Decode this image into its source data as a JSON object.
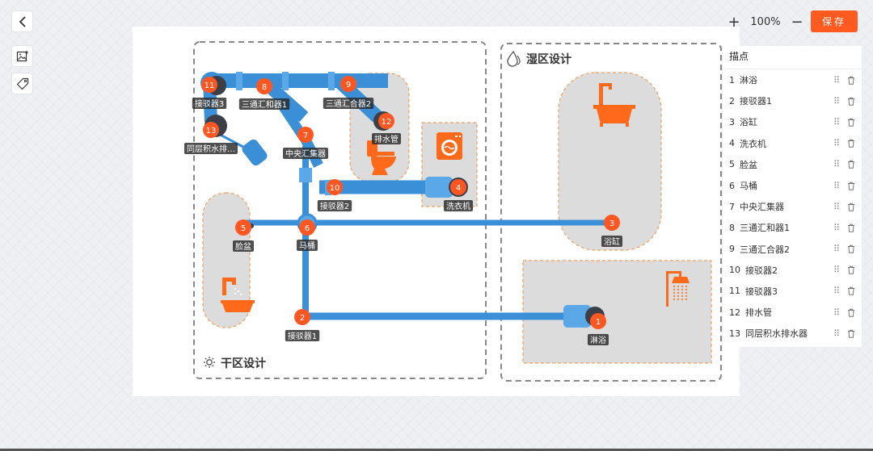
{
  "toolbar": {
    "zoom_level": "100%",
    "zoom_in": "+",
    "zoom_out": "−",
    "save_label": "保存"
  },
  "zones": {
    "dry": "干区设计",
    "wet": "湿区设计"
  },
  "panel": {
    "title": "描点",
    "items": [
      {
        "index": "1",
        "name": "淋浴"
      },
      {
        "index": "2",
        "name": "接驳器1"
      },
      {
        "index": "3",
        "name": "浴缸"
      },
      {
        "index": "4",
        "name": "洗衣机"
      },
      {
        "index": "5",
        "name": "脸盆"
      },
      {
        "index": "6",
        "name": "马桶"
      },
      {
        "index": "7",
        "name": "中央汇集器"
      },
      {
        "index": "8",
        "name": "三通汇和器1"
      },
      {
        "index": "9",
        "name": "三通汇合器2"
      },
      {
        "index": "10",
        "name": "接驳器2"
      },
      {
        "index": "11",
        "name": "接驳器3"
      },
      {
        "index": "12",
        "name": "排水管"
      },
      {
        "index": "13",
        "name": "同层积水排水器"
      }
    ]
  },
  "markers": [
    {
      "n": "1",
      "label": "淋浴"
    },
    {
      "n": "2",
      "label": "接驳器1"
    },
    {
      "n": "3",
      "label": "浴缸"
    },
    {
      "n": "4",
      "label": "洗衣机"
    },
    {
      "n": "5",
      "label": "脸盆"
    },
    {
      "n": "6",
      "label": "马桶"
    },
    {
      "n": "7",
      "label": "中央汇集器"
    },
    {
      "n": "8",
      "label": "三通汇和器1"
    },
    {
      "n": "9",
      "label": "三通汇合器2"
    },
    {
      "n": "10",
      "label": "接驳器2"
    },
    {
      "n": "11",
      "label": "接驳器3"
    },
    {
      "n": "12",
      "label": "排水管"
    },
    {
      "n": "13",
      "label": "同层积水排…"
    }
  ],
  "colors": {
    "accent": "#ff5a1f",
    "pipe": "#3a8fd6",
    "pipe_light": "#5aa8e8",
    "marker": "#ff5722",
    "zone_fill": "#dcdcdc",
    "zone_border": "#f0a060"
  }
}
